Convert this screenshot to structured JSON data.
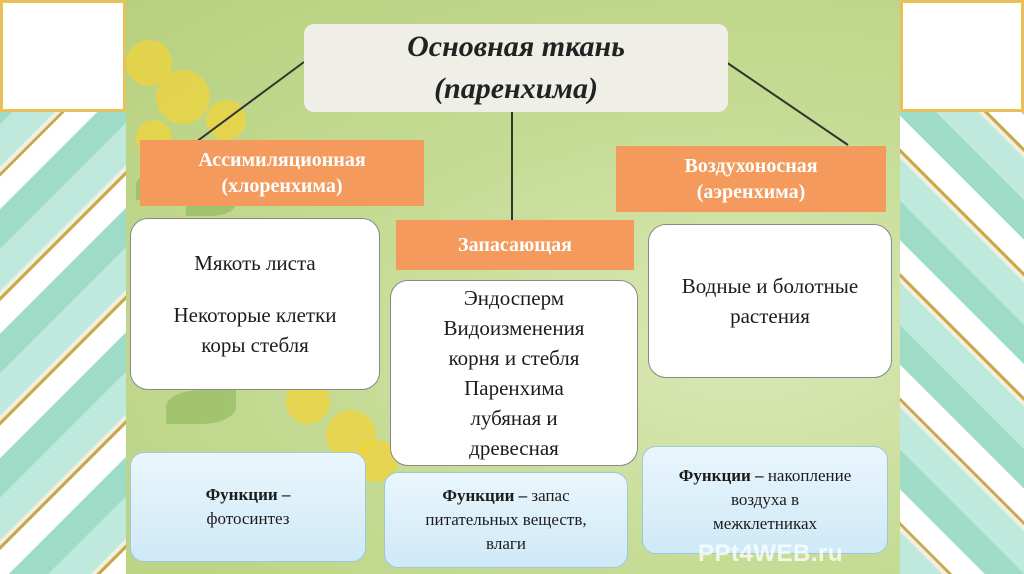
{
  "title": {
    "line1": "Основная ткань",
    "line2": "(паренхима)"
  },
  "categories": [
    {
      "name_line1": "Ассимиляционная",
      "name_line2": "(хлоренхима)",
      "examples": [
        "Мякоть листа",
        "Некоторые клетки",
        "коры стебля"
      ],
      "functions_label": "Функции –",
      "functions_text": "фотосинтез"
    },
    {
      "name_line1": "Запасающая",
      "name_line2": "",
      "examples": [
        "Эндосперм",
        "Видоизменения",
        "корня и стебля",
        "Паренхима",
        "лубяная и",
        "древесная"
      ],
      "functions_label": "Функции –",
      "functions_text": "запас",
      "functions_text_2": "питательных веществ,",
      "functions_text_3": "влаги"
    },
    {
      "name_line1": "Воздухоносная",
      "name_line2": "(аэренхима)",
      "examples": [
        "Водные и болотные",
        "растения"
      ],
      "functions_label": "Функции –",
      "functions_text": "накопление",
      "functions_text_2": "воздуха в",
      "functions_text_3": "межклетниках"
    }
  ],
  "watermark": "PPt4WEB.ru",
  "colors": {
    "category_fill": "#f39a5c",
    "title_fill": "#efefe8",
    "functions_fill": "#d6ecf8",
    "background": "#c6dc96"
  }
}
